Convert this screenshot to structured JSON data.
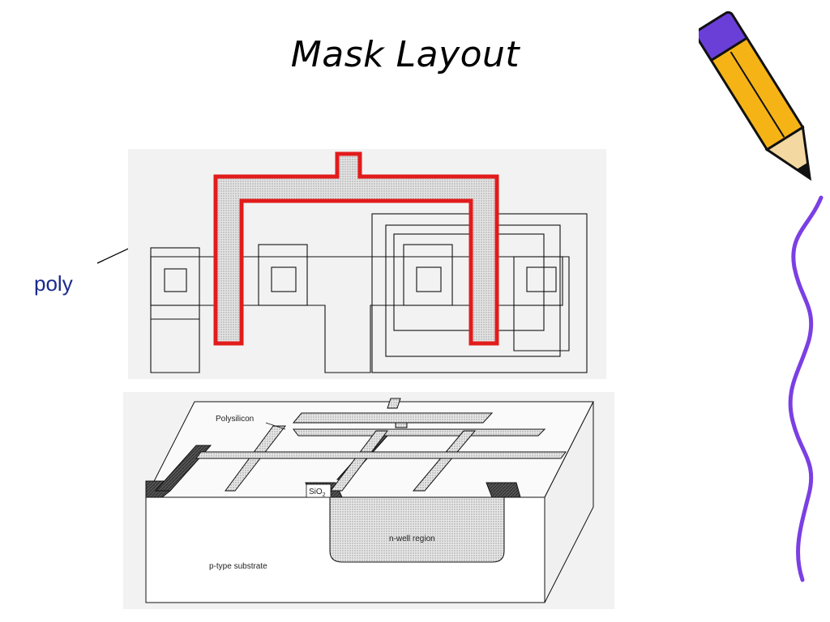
{
  "slide": {
    "title": "Mask Layout",
    "callout": "poly"
  },
  "cross_section": {
    "labels": {
      "polysilicon": "Polysilicon",
      "oxide": "SiO",
      "oxide_sub": "2",
      "nwell": "n-well region",
      "substrate": "p-type substrate"
    }
  },
  "icons": [
    "pencil-icon",
    "wavy-line-decoration"
  ],
  "colors": {
    "poly_outline": "#e21b1b",
    "callout_text": "#1a2a8c",
    "pencil_body": "#f5b316",
    "pencil_accent": "#6a3fd8",
    "wavy_line": "#7b3fe4"
  }
}
